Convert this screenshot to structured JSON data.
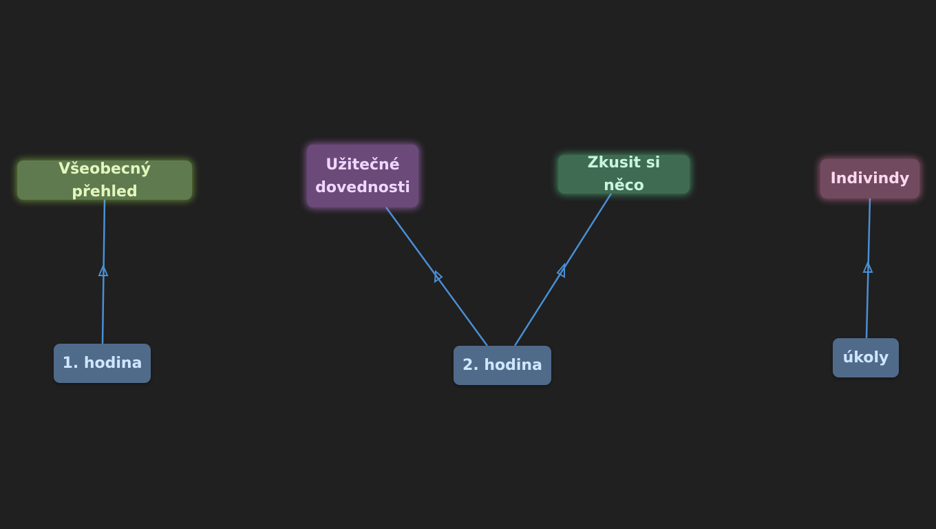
{
  "colors": {
    "background": "#202020",
    "edge": "#4a8fd6",
    "source_node": "#506a8a",
    "topic_green": "#5f7a4f",
    "topic_purple": "#6b4a7a",
    "topic_teal": "#3f6b52",
    "topic_pink": "#724a5f"
  },
  "nodes": {
    "hodina1": "1. hodina",
    "hodina2": "2. hodina",
    "ukoly": "úkoly",
    "prehled": "Všeobecný přehled",
    "dovednosti_line1": "Užitečné",
    "dovednosti_line2": "dovednosti",
    "zkusit": "Zkusit si něco",
    "indivindy": "Indivindy"
  },
  "edges": [
    {
      "from": "1. hodina",
      "to": "Všeobecný přehled"
    },
    {
      "from": "2. hodina",
      "to": "Užitečné dovednosti"
    },
    {
      "from": "2. hodina",
      "to": "Zkusit si něco"
    },
    {
      "from": "úkoly",
      "to": "Indivindy"
    }
  ]
}
